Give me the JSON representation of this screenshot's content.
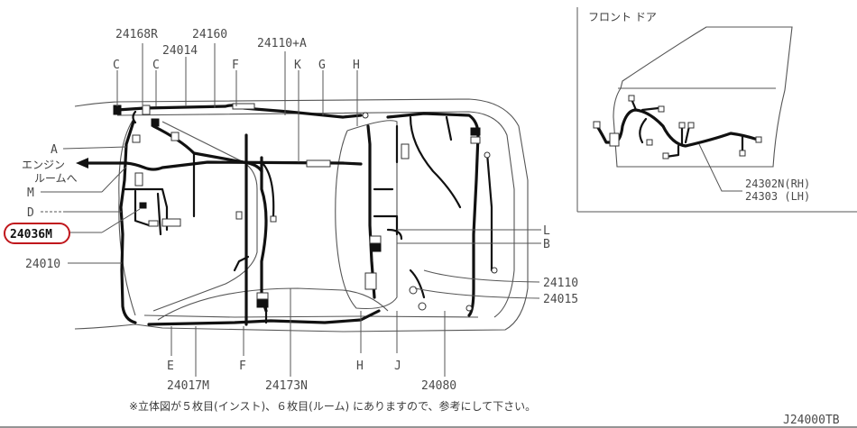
{
  "diagram": {
    "top_labels": [
      {
        "id": "24168R",
        "text": "24168R"
      },
      {
        "id": "24160",
        "text": "24160"
      },
      {
        "id": "24014",
        "text": "24014"
      },
      {
        "id": "24110A",
        "text": "24110+A"
      },
      {
        "id": "C1",
        "text": "C"
      },
      {
        "id": "C2",
        "text": "C"
      },
      {
        "id": "F_top",
        "text": "F"
      },
      {
        "id": "K",
        "text": "K"
      },
      {
        "id": "G",
        "text": "G"
      },
      {
        "id": "H_top",
        "text": "H"
      }
    ],
    "left_labels": {
      "A": "A",
      "engine_room_line1": "エンジン",
      "engine_room_line2": "ルームへ",
      "M": "M",
      "D": "D",
      "highlighted": "24036M",
      "p24010": "24010"
    },
    "right_labels": {
      "L": "L",
      "B": "B",
      "p24110": "24110",
      "p24015": "24015"
    },
    "bottom_labels": {
      "E": "E",
      "F_bottom": "F",
      "H_bottom": "H",
      "J": "J",
      "p24017M": "24017M",
      "p24173N": "24173N",
      "p24080": "24080"
    },
    "inset": {
      "title": "フロント ドア",
      "part_rh": "24302N(RH)",
      "part_lh": "24303 (LH)"
    },
    "footnote": "※立体図が５枚目(インスト)、６枚目(ルーム) にありますので、参考にして下さい。",
    "drawing_code": "J24000TB",
    "colors": {
      "highlight_ring": "#c0171c",
      "wire": "#111111",
      "line": "#555555",
      "text": "#4a4a4a"
    }
  }
}
